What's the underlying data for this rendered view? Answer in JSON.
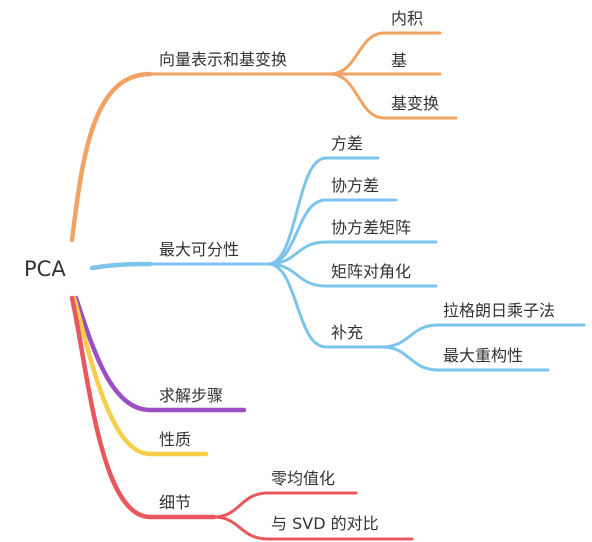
{
  "root": {
    "label": "PCA"
  },
  "colors": {
    "orange": "#F2A263",
    "blue": "#7CC4EA",
    "purple": "#9B4FC4",
    "yellow": "#F6CE4A",
    "red": "#E8575E"
  },
  "branches": {
    "basis": {
      "label": "向量表示和基变换",
      "children": [
        "内积",
        "基",
        "基变换"
      ]
    },
    "variance": {
      "label": "最大可分性",
      "children": [
        "方差",
        "协方差",
        "协方差矩阵",
        "矩阵对角化"
      ],
      "supplement": {
        "label": "补充",
        "children": [
          "拉格朗日乘子法",
          "最大重构性"
        ]
      }
    },
    "steps": {
      "label": "求解步骤"
    },
    "properties": {
      "label": "性质"
    },
    "details": {
      "label": "细节",
      "children": [
        "零均值化",
        "与 SVD 的对比"
      ]
    }
  }
}
